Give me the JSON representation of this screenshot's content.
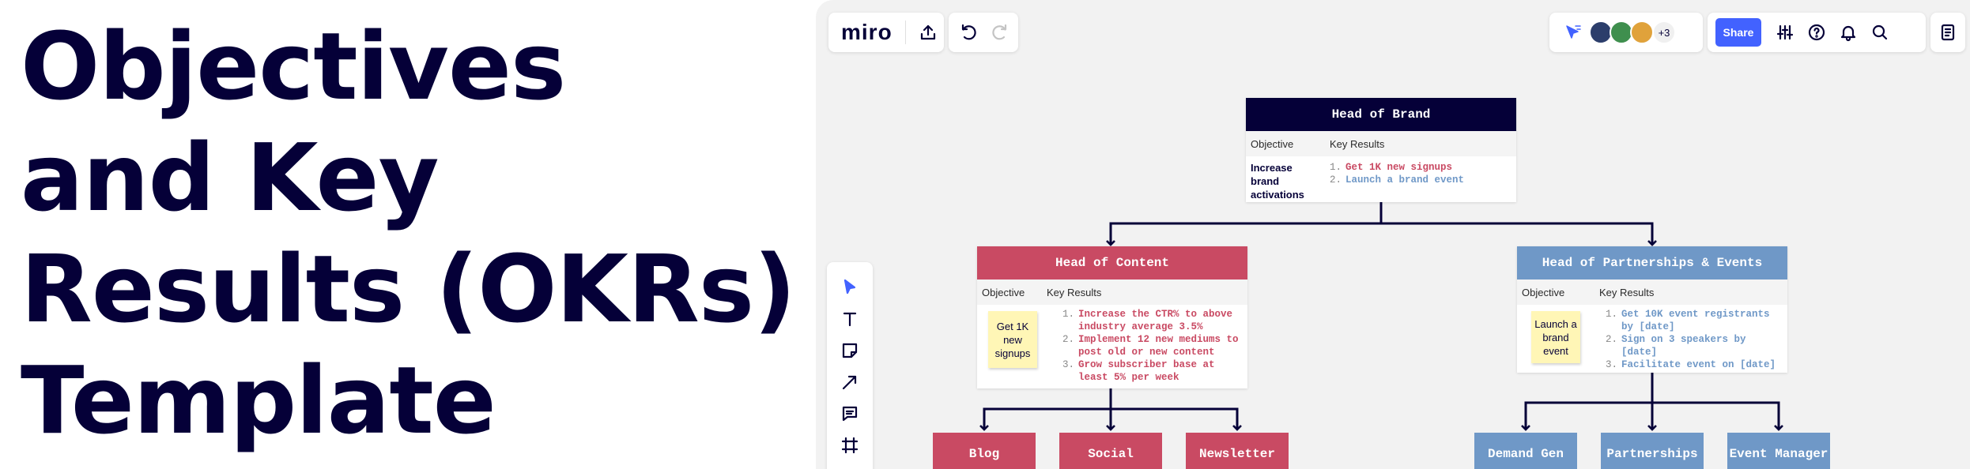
{
  "hero": {
    "lines": [
      "Objectives",
      "and Key",
      "Results (OKRs)",
      "Template"
    ]
  },
  "toolbar": {
    "logo": "miro",
    "share_label": "Share",
    "avatar_more": "+3"
  },
  "colors": {
    "navy": "#050038",
    "content_red": "#c94a63",
    "partner_blue": "#6f98c7",
    "share_blue": "#4262ff",
    "sticky_yellow": "#fff6b6"
  },
  "brand": {
    "title": "Head of Brand",
    "col_objective": "Objective",
    "col_key_results": "Key Results",
    "objective": "Increase brand activations",
    "key_results": [
      {
        "num": "1.",
        "text": "Get 1K new signups"
      },
      {
        "num": "2.",
        "text": "Launch a brand event"
      }
    ]
  },
  "content": {
    "title": "Head of Content",
    "col_objective": "Objective",
    "col_key_results": "Key Results",
    "objective": "Get 1K new signups",
    "key_results": [
      {
        "num": "1.",
        "text": "Increase the CTR% to above industry average 3.5%"
      },
      {
        "num": "2.",
        "text": "Implement 12 new mediums to post old or new content"
      },
      {
        "num": "3.",
        "text": "Grow subscriber base at least 5% per week"
      }
    ]
  },
  "partnerships": {
    "title": "Head of Partnerships & Events",
    "col_objective": "Objective",
    "col_key_results": "Key Results",
    "objective": "Launch a brand event",
    "key_results": [
      {
        "num": "1.",
        "text": "Get 10K event registrants by [date]"
      },
      {
        "num": "2.",
        "text": "Sign on 3 speakers by [date]"
      },
      {
        "num": "3.",
        "text": "Facilitate event on [date]"
      }
    ]
  },
  "teams": {
    "blog": "Blog",
    "social": "Social",
    "newsletter": "Newsletter",
    "demand_gen": "Demand Gen",
    "partnerships": "Partnerships",
    "event_manager": "Event Manager"
  }
}
